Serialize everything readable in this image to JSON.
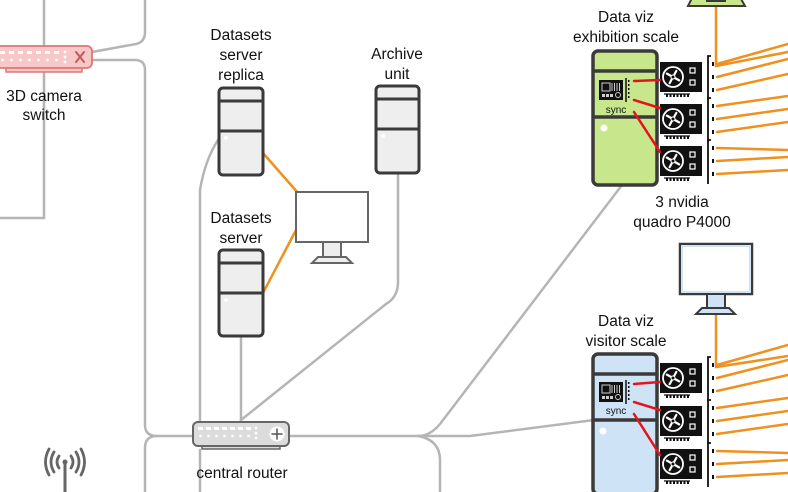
{
  "diagram": {
    "title": "Network diagram",
    "colors": {
      "network_cable": "#b5b5b5",
      "video_cable": "#f0901e",
      "sync_cable": "#e3151a",
      "device_outline": "#3a3a3a",
      "server_fill": "#eeeeee",
      "exhibition_fill": "#c8e68c",
      "visitor_fill": "#cfe3f7",
      "camera_switch_fill": "#f8c8c8",
      "camera_switch_stroke": "#d87878",
      "router_fill": "#dcdcdc"
    },
    "nodes": {
      "camera_switch": {
        "label_lines": [
          "3D camera",
          "switch"
        ],
        "icon": "network-switch-icon"
      },
      "datasets_server_replica": {
        "label_lines": [
          "Datasets",
          "server",
          "replica"
        ],
        "icon": "server-tower-icon"
      },
      "archive_unit": {
        "label_lines": [
          "Archive",
          "unit"
        ],
        "icon": "server-tower-icon"
      },
      "datasets_server": {
        "label_lines": [
          "Datasets",
          "server"
        ],
        "icon": "server-tower-icon"
      },
      "admin_monitor": {
        "icon": "monitor-icon"
      },
      "exhibition_scale": {
        "label_lines": [
          "Data viz",
          "exhibition scale"
        ],
        "sync_label": "sync",
        "icon": "workstation-icon"
      },
      "gpu_group_label": {
        "label_lines": [
          "3 nvidia",
          "quadro P4000"
        ]
      },
      "visitor_monitor": {
        "icon": "monitor-icon"
      },
      "visitor_scale": {
        "label_lines": [
          "Data viz",
          "visitor scale"
        ],
        "sync_label": "sync",
        "icon": "workstation-icon"
      },
      "central_router": {
        "label_lines": [
          "central router"
        ],
        "icon": "router-icon"
      },
      "wireless_antenna": {
        "icon": "antenna-icon"
      },
      "projector": {
        "icon": "projector-icon"
      }
    },
    "gpu_count_per_workstation": 3,
    "video_outputs_per_gpu": 3
  }
}
